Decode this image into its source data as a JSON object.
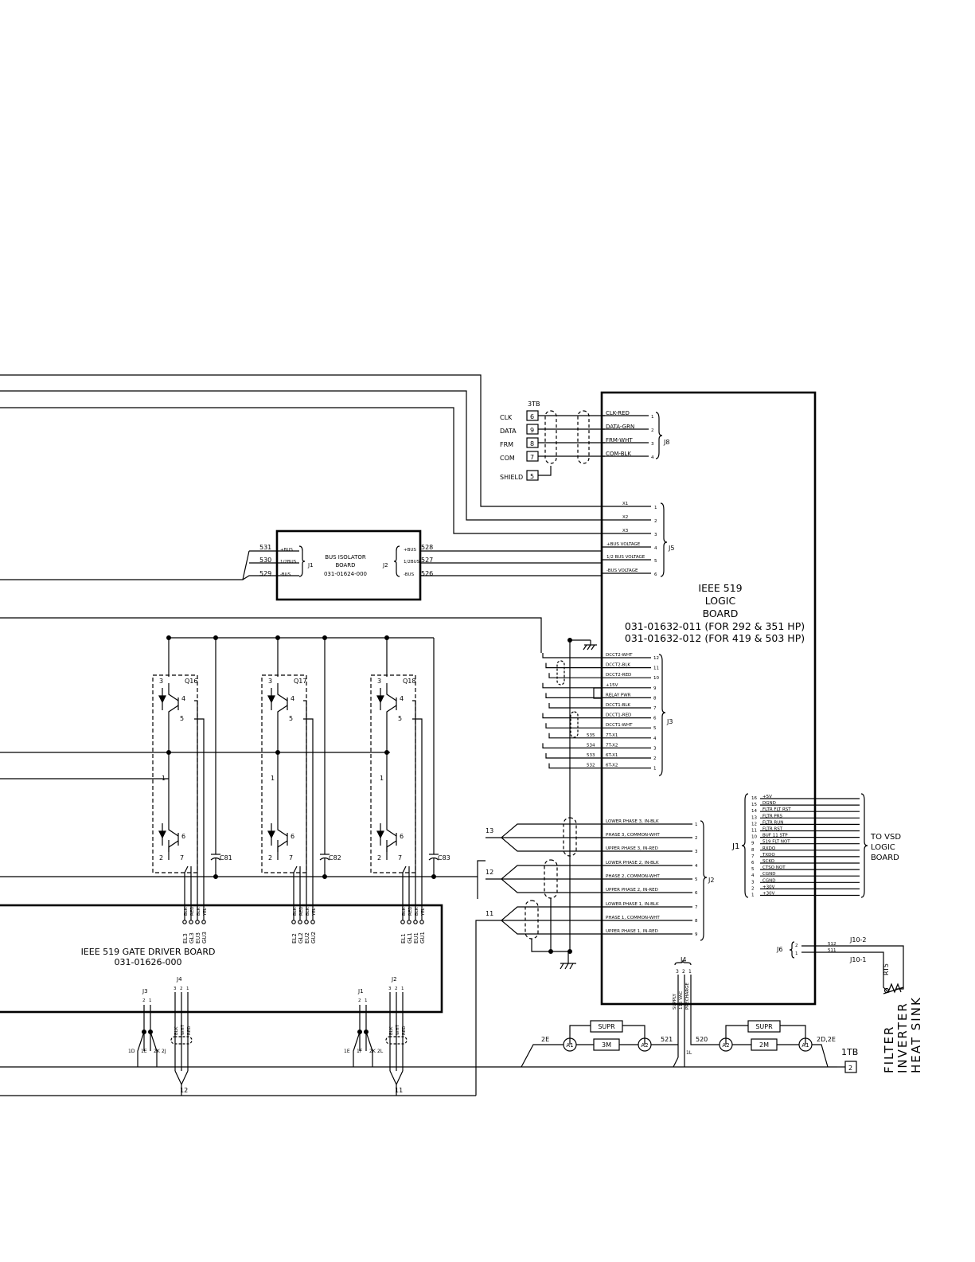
{
  "logic_board": {
    "title": [
      "IEEE 519",
      "LOGIC",
      "BOARD"
    ],
    "part_numbers": [
      "031-01632-011 (FOR 292 & 351 HP)",
      "031-01632-012 (FOR 419 & 503 HP)"
    ]
  },
  "terminal_3tb": {
    "label": "3TB",
    "rows": [
      {
        "name": "CLK",
        "num": "6",
        "wire": "CLK-RED",
        "pin": "1"
      },
      {
        "name": "DATA",
        "num": "9",
        "wire": "DATA-GRN",
        "pin": "2"
      },
      {
        "name": "FRM",
        "num": "8",
        "wire": "FRM-WHT",
        "pin": "3"
      },
      {
        "name": "COM",
        "num": "7",
        "wire": "COM-BLK",
        "pin": "4"
      }
    ],
    "shield_label": "SHIELD",
    "shield_num": "5",
    "connector": "J8"
  },
  "j5": {
    "label": "J5",
    "rows": [
      {
        "wire": "",
        "label": "X1",
        "pin": "1"
      },
      {
        "wire": "",
        "label": "X2",
        "pin": "2"
      },
      {
        "wire": "",
        "label": "X3",
        "pin": "3"
      },
      {
        "wire": "528",
        "label": "+BUS VOLTAGE",
        "pin": "4"
      },
      {
        "wire": "527",
        "label": "1/2 BUS VOLTAGE",
        "pin": "5"
      },
      {
        "wire": "526",
        "label": "-BUS VOLTAGE",
        "pin": "6"
      }
    ]
  },
  "bus_isolator": {
    "title": [
      "BUS ISOLATOR",
      "BOARD",
      "031-01624-000"
    ],
    "j1_label": "J1",
    "j2_label": "J2",
    "in_wires": [
      "531",
      "530",
      "529"
    ],
    "in_pins": [
      "+BUS",
      "1/2BUS",
      "-BUS"
    ],
    "out_pins": [
      "+BUS",
      "1/2BUS",
      "-BUS"
    ]
  },
  "j3": {
    "label": "J3",
    "rows": [
      {
        "wire": "",
        "label": "DCCT2-WHT",
        "pin": "12"
      },
      {
        "wire": "",
        "label": "DCCT2-BLK",
        "pin": "11"
      },
      {
        "wire": "",
        "label": "DCCT2-RED",
        "pin": "10"
      },
      {
        "wire": "",
        "label": "+15V",
        "pin": "9"
      },
      {
        "wire": "",
        "label": "RELAY PWR",
        "pin": "8"
      },
      {
        "wire": "",
        "label": "DCCT1-BLK",
        "pin": "7"
      },
      {
        "wire": "",
        "label": "DCCT1-RED",
        "pin": "6"
      },
      {
        "wire": "",
        "label": "DCCT1-WHT",
        "pin": "5"
      },
      {
        "wire": "535",
        "label": "7T-X1",
        "pin": "4"
      },
      {
        "wire": "534",
        "label": "7T-X2",
        "pin": "3"
      },
      {
        "wire": "533",
        "label": "6T-X1",
        "pin": "2"
      },
      {
        "wire": "532",
        "label": "6T-X2",
        "pin": "1"
      }
    ]
  },
  "j2": {
    "label": "J2",
    "rows": [
      {
        "label": "LOWER PHASE 3, IN-BLK",
        "pin": "1"
      },
      {
        "label": "PHASE 3, COMMON-WHT",
        "pin": "2"
      },
      {
        "label": "UPPER PHASE 3, IN-RED",
        "pin": "3"
      },
      {
        "label": "LOWER PHASE 2, IN-BLK",
        "pin": "4"
      },
      {
        "label": "PHASE 2, COMMON-WHT",
        "pin": "5"
      },
      {
        "label": "UPPER PHASE 2, IN-RED",
        "pin": "6"
      },
      {
        "label": "LOWER PHASE 1, IN-BLK",
        "pin": "7"
      },
      {
        "label": "PHASE 1, COMMON-WHT",
        "pin": "8"
      },
      {
        "label": "UPPER PHASE 1, IN-RED",
        "pin": "9"
      }
    ],
    "group_labels": [
      "13",
      "12",
      "11"
    ]
  },
  "j1": {
    "label": "J1",
    "rows": [
      {
        "pin": "16",
        "label": "+5V"
      },
      {
        "pin": "15",
        "label": "DGND"
      },
      {
        "pin": "14",
        "label": "FLTR FLT RST"
      },
      {
        "pin": "13",
        "label": "FLTR PRS"
      },
      {
        "pin": "12",
        "label": "FLTR RUN"
      },
      {
        "pin": "11",
        "label": "FLTR RST"
      },
      {
        "pin": "10",
        "label": "BUF 11 STP"
      },
      {
        "pin": "9",
        "label": "519 FLT NOT"
      },
      {
        "pin": "8",
        "label": "RXDO"
      },
      {
        "pin": "7",
        "label": "TXDO"
      },
      {
        "pin": "6",
        "label": "SCKO"
      },
      {
        "pin": "5",
        "label": "CTSO NOT"
      },
      {
        "pin": "4",
        "label": "CGND"
      },
      {
        "pin": "3",
        "label": "CGND"
      },
      {
        "pin": "2",
        "label": "+30V"
      },
      {
        "pin": "1",
        "label": "+30V"
      }
    ],
    "destination": [
      "TO VSD",
      "LOGIC",
      "BOARD"
    ]
  },
  "j6": {
    "label": "J6",
    "pins": [
      "2",
      "1"
    ],
    "wires": [
      "512",
      "511"
    ],
    "targets": [
      "J10-2",
      "J10-1"
    ],
    "rt": "RT5",
    "heat_sink": [
      "FILTER",
      "INVERTER",
      "HEAT SINK"
    ]
  },
  "j4_logic": {
    "label": "J4",
    "pins": [
      "3",
      "2",
      "1"
    ],
    "signals": [
      "SUPPLY",
      "115 VAC",
      "PRECHARGE"
    ],
    "il": "1L"
  },
  "contactors": [
    {
      "supr": "SUPR",
      "name": "3M",
      "a1": "A1",
      "a2": "A2",
      "left_wire": "2E",
      "right_wire": "521"
    },
    {
      "supr": "SUPR",
      "name": "2M",
      "a1": "A2",
      "a2": "A1",
      "left_wire": "520",
      "right_wire": "2D,2E"
    }
  ],
  "itb": {
    "label": "1TB",
    "num": "2"
  },
  "gate_driver": {
    "title": [
      "IEEE 519 GATE DRIVER BOARD",
      "031-01626-000"
    ]
  },
  "igbts": [
    {
      "label": "Q16",
      "cap": "C81",
      "colors": [
        "BLK",
        "RED",
        "BLK",
        "YEL"
      ],
      "gates": [
        "EL3",
        "GL3",
        "EU3",
        "GU3"
      ]
    },
    {
      "label": "Q17",
      "cap": "C82",
      "colors": [
        "BLK",
        "RED",
        "BLK",
        "YEL"
      ],
      "gates": [
        "EL2",
        "GL2",
        "EU2",
        "GU2"
      ]
    },
    {
      "label": "Q18",
      "cap": "C83",
      "colors": [
        "BLK",
        "RED",
        "BLK",
        "YEL"
      ],
      "gates": [
        "EL1",
        "GL1",
        "EU1",
        "GU1"
      ]
    }
  ],
  "igbt_pins": [
    "3",
    "4",
    "5",
    "1",
    "6",
    "2",
    "7"
  ],
  "gd_connectors": [
    {
      "j_a": "J3",
      "j_b": "J4",
      "pins_a": [
        "2",
        "1"
      ],
      "pins_b": [
        "3",
        "2",
        "1"
      ],
      "wires_a": [
        "1D",
        "1E",
        "2K",
        "2J"
      ],
      "colors": [
        "BLK",
        "WHT",
        "RED"
      ],
      "bottom": "12"
    },
    {
      "j_a": "J1",
      "j_b": "J2",
      "pins_a": [
        "2",
        "1"
      ],
      "pins_b": [
        "3",
        "2",
        "1"
      ],
      "wires_a": [
        "1E",
        "1F",
        "2K",
        "2L"
      ],
      "colors": [
        "BLK",
        "WHT",
        "RED"
      ],
      "bottom": "11"
    }
  ]
}
